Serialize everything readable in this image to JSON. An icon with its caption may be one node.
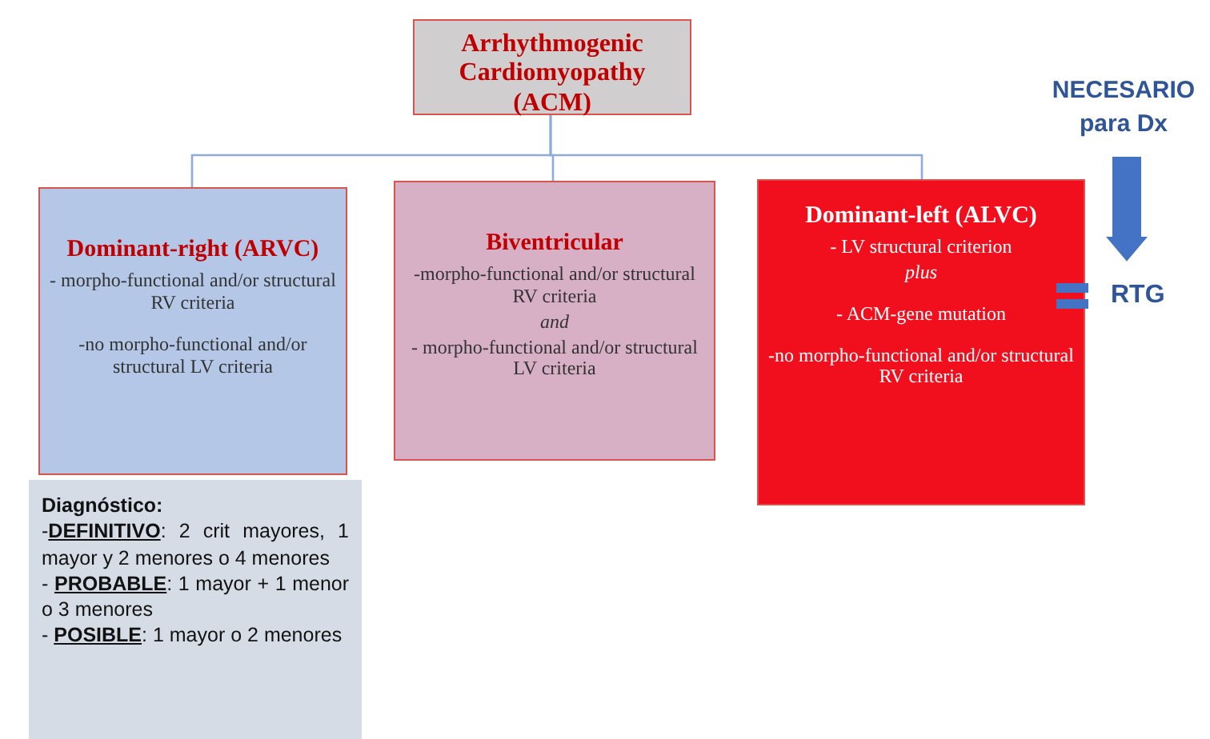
{
  "diagram": {
    "nodes": [
      {
        "text": [
          "Arrhythmogenic Cardiomyopathy (ACM)"
        ]
      },
      {
        "text": [
          "Dominant-right (ARVC)",
          "- morpho-functional and/or structural RV criteria",
          "-no morpho-functional and/or structural LV criteria"
        ]
      },
      {
        "text": [
          "Biventricular",
          "-morpho-functional and/or structural RV criteria",
          "and",
          "- morpho-functional and/or structural LV criteria"
        ]
      },
      {
        "text": [
          "Dominant-left (ALVC)",
          "- LV structural criterion",
          "plus",
          "- ACM-gene mutation",
          "-no morpho-functional and/or structural RV criteria"
        ]
      },
      {
        "text": [
          "Diagnóstico:",
          "-**DEFINITIVO**: 2 crit mayores, 1 mayor y 2 menores o 4 menores",
          "- **PROBABLE**: 1 mayor + 1 menor o 3 menores",
          "- **POSIBLE**: 1 mayor o 2 menores"
        ]
      },
      {
        "text": [
          "NECESARIO para Dx"
        ]
      },
      {
        "text": [
          "RTG"
        ]
      }
    ],
    "edges": [
      {
        "from": 0,
        "to": 1,
        "arrow": "none"
      },
      {
        "from": 0,
        "to": 2,
        "arrow": "none"
      },
      {
        "from": 0,
        "to": 3,
        "arrow": "none"
      },
      {
        "from": 5,
        "to": 6,
        "arrow": "to",
        "style": "thick",
        "color": "#4472c4"
      }
    ]
  }
}
